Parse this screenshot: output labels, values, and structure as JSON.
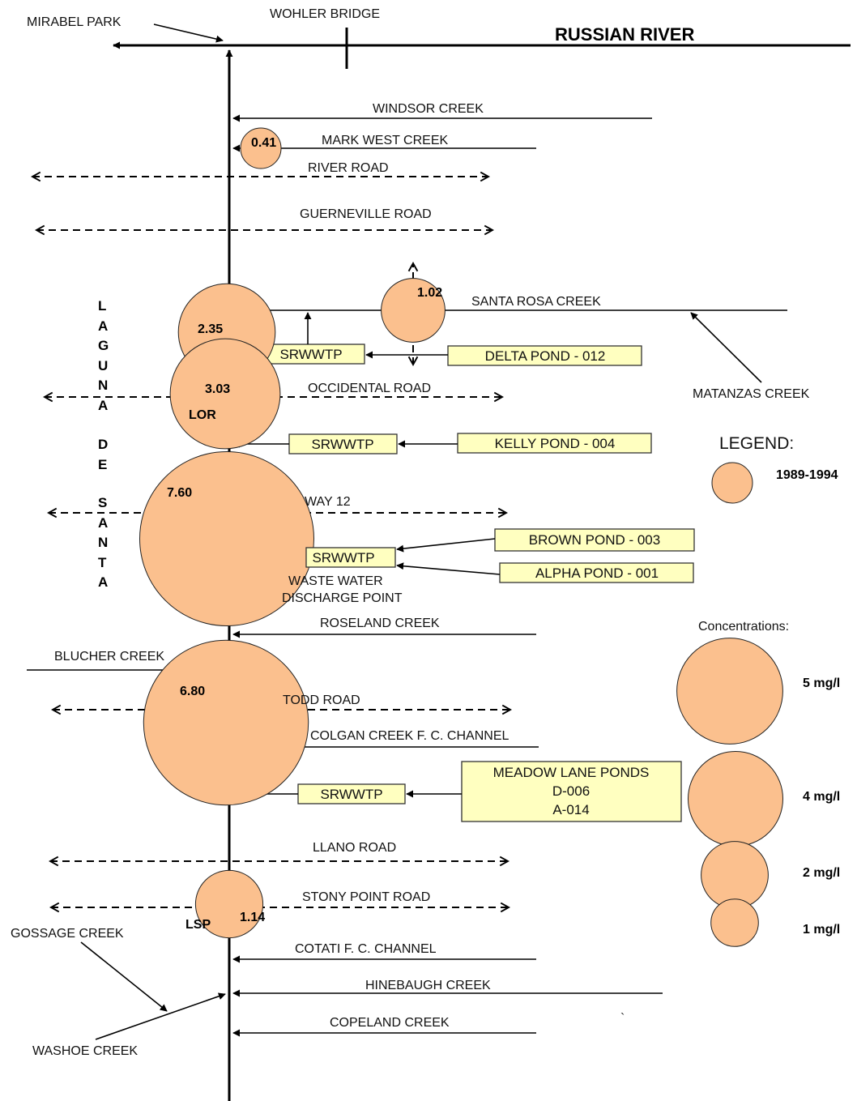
{
  "river": {
    "title": "RUSSIAN RIVER",
    "mirabel_park": "MIRABEL PARK",
    "wohler_bridge": "WOHLER BRIDGE"
  },
  "creeks": {
    "windsor": "WINDSOR CREEK",
    "mark_west": "MARK WEST CREEK",
    "santa_rosa": "SANTA ROSA CREEK",
    "matanzas": "MATANZAS CREEK",
    "roseland": "ROSELAND CREEK",
    "blucher": "BLUCHER CREEK",
    "colgan": "COLGAN CREEK F. C. CHANNEL",
    "cotati": "COTATI F. C. CHANNEL",
    "gossage": "GOSSAGE CREEK",
    "hinebaugh": "HINEBAUGH CREEK",
    "washoe": "WASHOE CREEK",
    "copeland": "COPELAND CREEK"
  },
  "roads": {
    "river_road": "RIVER ROAD",
    "guerneville": "GUERNEVILLE ROAD",
    "occidental": "OCCIDENTAL ROAD",
    "highway12": "WAY 12",
    "todd": "TODD ROAD",
    "llano": "LLANO ROAD",
    "stony_point": "STONY POINT ROAD"
  },
  "laguna_letters": [
    "L",
    "A",
    "G",
    "U",
    "N",
    "A",
    "",
    "D",
    "E",
    "",
    "S",
    "A",
    "N",
    "T",
    "A"
  ],
  "sites": {
    "lor": "LOR",
    "lsp": "LSP"
  },
  "boxes": {
    "srwwtp1": "SRWWTP",
    "delta": "DELTA POND - 012",
    "srwwtp2": "SRWWTP",
    "kelly": "KELLY  POND - 004",
    "brown": "BROWN POND - 003",
    "srwwtp3": "SRWWTP",
    "alpha": "ALPHA  POND - 001",
    "srwwtp4": "SRWWTP",
    "meadow_line1": "MEADOW LANE  PONDS",
    "meadow_line2": "D-006",
    "meadow_line3": "A-014"
  },
  "discharge": {
    "line1": "WASTE WATER",
    "line2": "DISCHARGE POINT"
  },
  "measurements": [
    {
      "id": "mark_west",
      "value": "0.41",
      "mg_l": 0.41
    },
    {
      "id": "santa_rosa",
      "value": "1.02",
      "mg_l": 1.02
    },
    {
      "id": "upper_laguna",
      "value": "2.35",
      "mg_l": 2.35
    },
    {
      "id": "lor",
      "value": "3.03",
      "mg_l": 3.03
    },
    {
      "id": "hwy12",
      "value": "7.60",
      "mg_l": 7.6
    },
    {
      "id": "todd",
      "value": "6.80",
      "mg_l": 6.8
    },
    {
      "id": "lsp",
      "value": "1.14",
      "mg_l": 1.14
    }
  ],
  "legend": {
    "title": "LEGEND:",
    "period": "1989-1994",
    "concentrations_label": "Concentrations:",
    "scale": [
      {
        "label": "5 mg/l",
        "value": 5
      },
      {
        "label": "4 mg/l",
        "value": 4
      },
      {
        "label": "2 mg/l",
        "value": 2
      },
      {
        "label": "1 mg/l",
        "value": 1
      }
    ]
  },
  "stray_mark": "`",
  "colors": {
    "circle_fill": "#fbc08e",
    "box_fill": "#ffffc0",
    "line": "#000000"
  }
}
